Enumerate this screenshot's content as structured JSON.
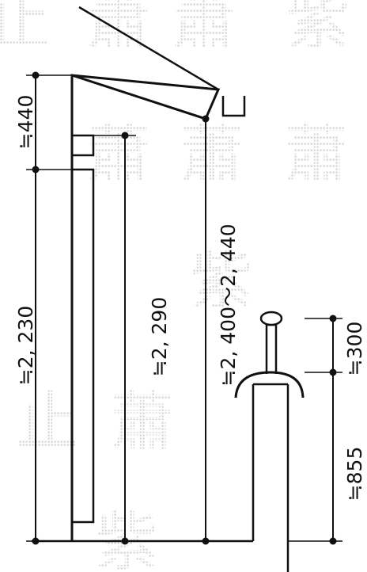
{
  "colors": {
    "ink": "#111111",
    "watermark": "#d2d2d2",
    "background": "#ffffff"
  },
  "dimensions": {
    "canopy_height": "≒440",
    "total_height": "≒2, 230",
    "post_height": "≒2, 290",
    "eave_height": "≒2, 400〜2, 440",
    "handle_height": "≒300",
    "lower_height": "≒855"
  },
  "watermark": {
    "characters": [
      "蕭",
      "蕭",
      "紫",
      "止",
      "蕭",
      "蕭",
      "蕭",
      "紫",
      "止",
      "蕭",
      "紫"
    ]
  }
}
